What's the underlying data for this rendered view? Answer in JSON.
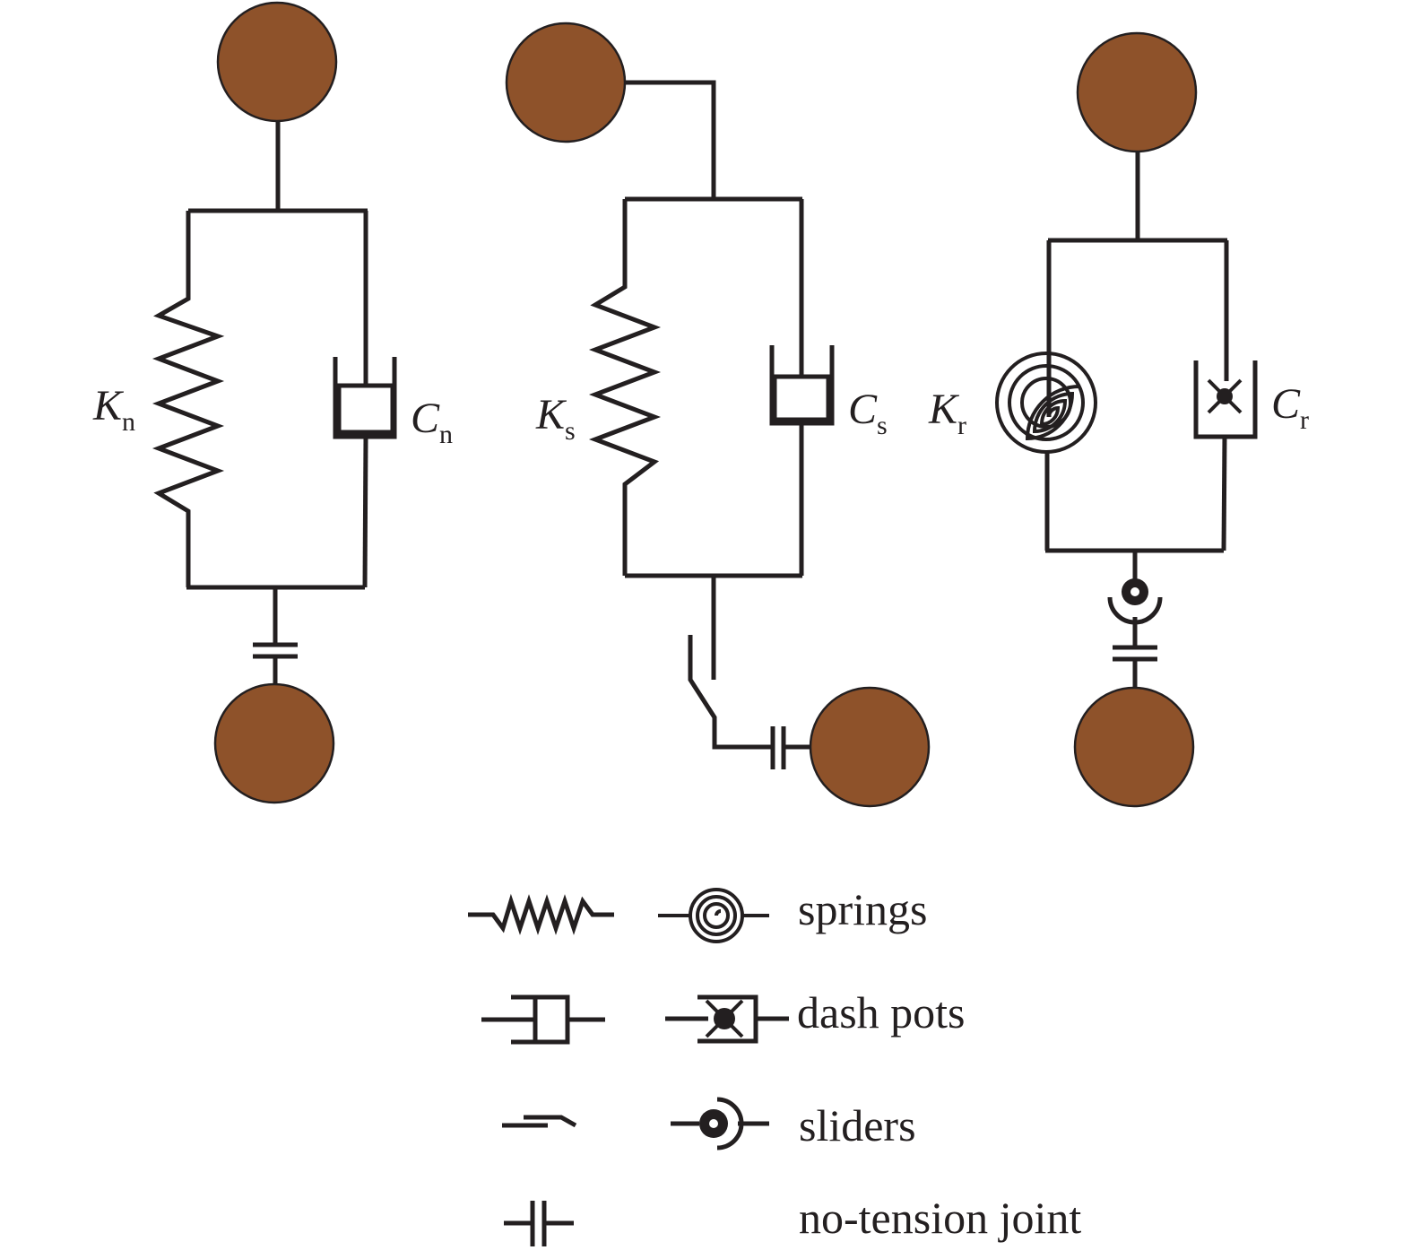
{
  "colors": {
    "ball": "#8e522a",
    "line": "#231f20",
    "background": "#ffffff"
  },
  "models": {
    "normal": {
      "spring_label": {
        "symbol": "K",
        "sub": "n"
      },
      "dashpot_label": {
        "symbol": "C",
        "sub": "n"
      }
    },
    "shear": {
      "spring_label": {
        "symbol": "K",
        "sub": "s"
      },
      "dashpot_label": {
        "symbol": "C",
        "sub": "s"
      }
    },
    "rolling": {
      "spring_label": {
        "symbol": "K",
        "sub": "r"
      },
      "dashpot_label": {
        "symbol": "C",
        "sub": "r"
      }
    }
  },
  "legend": {
    "springs": "springs",
    "dash_pots": "dash pots",
    "sliders": "sliders",
    "no_tension_joint": "no-tension joint"
  }
}
